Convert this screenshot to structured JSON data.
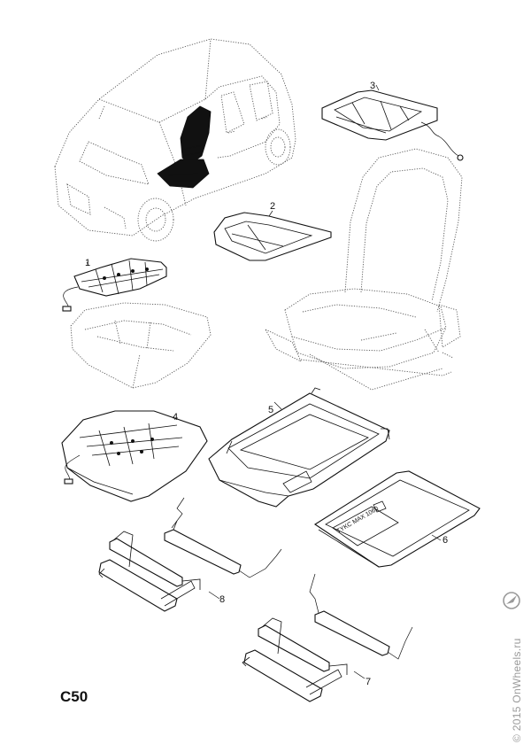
{
  "diagram": {
    "code": "C50",
    "callouts": [
      "1",
      "2",
      "3",
      "4",
      "5",
      "6",
      "7",
      "8"
    ],
    "plate_label": "TYKC MAX 1060",
    "watermark": "© 2015 OnWheels.ru"
  }
}
